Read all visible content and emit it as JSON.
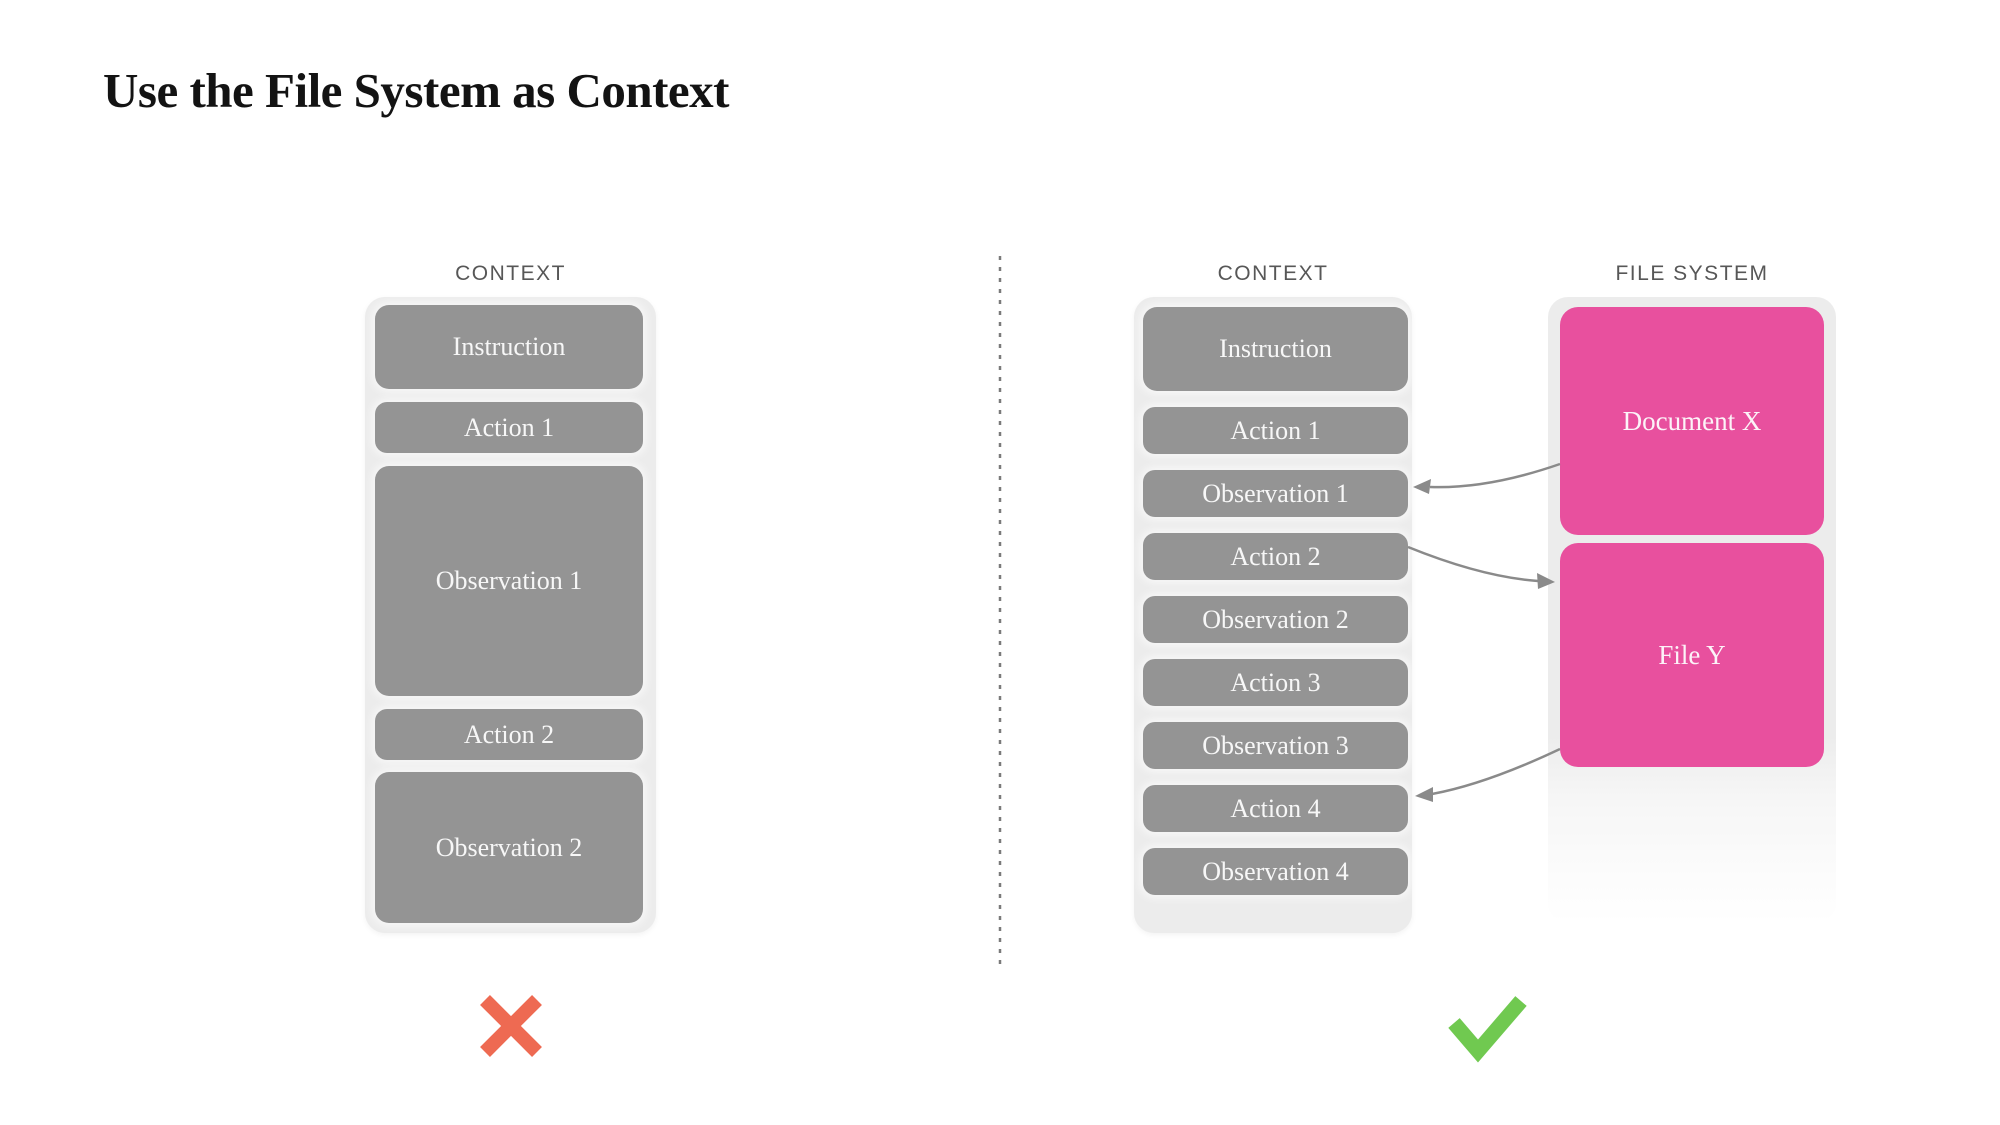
{
  "title": "Use the File System as Context",
  "bad_example": {
    "column_label": "CONTEXT",
    "boxes": [
      {
        "label": "Instruction",
        "size": "large"
      },
      {
        "label": "Action 1",
        "size": "small"
      },
      {
        "label": "Observation 1",
        "size": "extra-large"
      },
      {
        "label": "Action 2",
        "size": "small"
      },
      {
        "label": "Observation 2",
        "size": "large"
      }
    ],
    "verdict_icon": "cross-icon",
    "verdict_color": "#ee6a52"
  },
  "good_example": {
    "context_column": {
      "label": "CONTEXT",
      "boxes": [
        {
          "label": "Instruction"
        },
        {
          "label": "Action 1"
        },
        {
          "label": "Observation 1"
        },
        {
          "label": "Action 2"
        },
        {
          "label": "Observation 2"
        },
        {
          "label": "Action 3"
        },
        {
          "label": "Observation 3"
        },
        {
          "label": "Action 4"
        },
        {
          "label": "Observation 4"
        }
      ]
    },
    "file_system_column": {
      "label": "FILE SYSTEM",
      "files": [
        {
          "label": "Document X"
        },
        {
          "label": "File Y"
        }
      ]
    },
    "arrows": [
      {
        "from": "Document X",
        "to": "Observation 1"
      },
      {
        "from": "Action 2",
        "to": "File Y"
      },
      {
        "from": "File Y",
        "to": "Action 4"
      }
    ],
    "verdict_icon": "check-icon",
    "verdict_color": "#70c950"
  },
  "colors": {
    "box_gray": "#949494",
    "panel_gray": "#ececec",
    "file_pink": "#e8509e",
    "arrow_gray": "#8a8a8a",
    "label_gray": "#575757",
    "title_color": "#131313",
    "cross_red": "#ee6a52",
    "check_green": "#70c950"
  }
}
